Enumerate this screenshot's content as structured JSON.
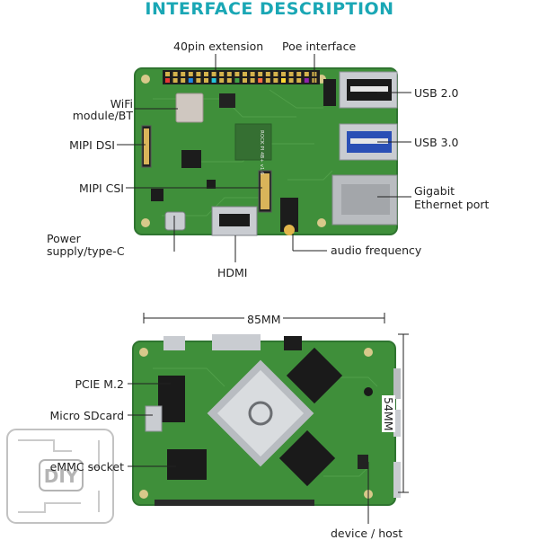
{
  "title": "INTERFACE DESCRIPTION",
  "top_labels": {
    "pin40": "40pin extension",
    "poe": "Poe interface",
    "wifi_line1": "WiFi",
    "wifi_line2": "module/BT",
    "mipi_dsi": "MIPI DSI",
    "mipi_csi": "MIPI CSI",
    "power_line1": "Power",
    "power_line2": "supply/type-C",
    "hdmi": "HDMI",
    "usb2": "USB 2.0",
    "usb3": "USB 3.0",
    "eth_line1": "Gigabit",
    "eth_line2": "Ethernet port",
    "audio": "audio frequency"
  },
  "board_silkscreen": "ROCK PI 4B+ v1.6",
  "bottom_labels": {
    "width": "85MM",
    "height": "54MM",
    "pcie": "PCIE M.2",
    "sdcard": "Micro SDcard",
    "emmc": "eMMC socket",
    "device_host": "device / host"
  },
  "watermark": "DIY",
  "colors": {
    "title": "#1aa7b5",
    "pcb": "#3f8f3a",
    "pcb_dark": "#2f7430",
    "chip": "#1c1c1c",
    "metal": "#c9ccd1",
    "ethernet": "#b9bcc0",
    "leader": "#222222"
  }
}
